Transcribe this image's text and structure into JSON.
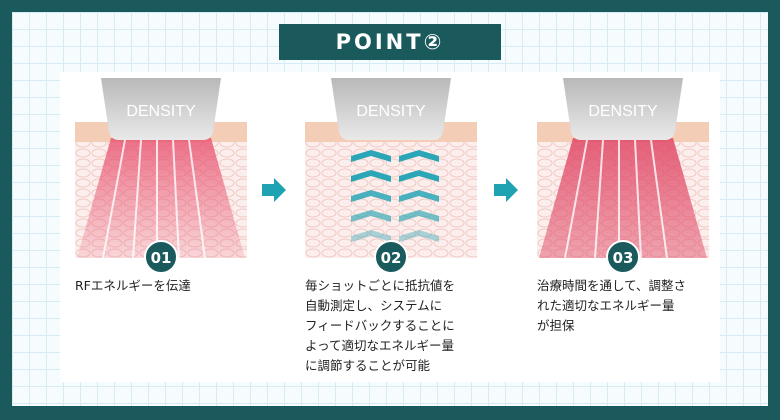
{
  "title": "POINT②",
  "brand_label": "DENSITY",
  "steps": [
    {
      "number": "01",
      "lines": [
        "RFエネルギーを伝達"
      ]
    },
    {
      "number": "02",
      "lines": [
        "毎ショットごとに抵抗値を",
        "自動測定し、システムに",
        "フィードバックすることに",
        "よって適切なエネルギー量",
        "に調節することが可能"
      ]
    },
    {
      "number": "03",
      "lines": [
        "治療時間を通して、調整さ",
        "れた適切なエネルギー量",
        "が担保"
      ]
    }
  ],
  "colors": {
    "frame": "#1a5a5c",
    "accent_teal": "#1fa3b3",
    "rf_red": "#e05a78",
    "skin": "#fbe9e6"
  }
}
